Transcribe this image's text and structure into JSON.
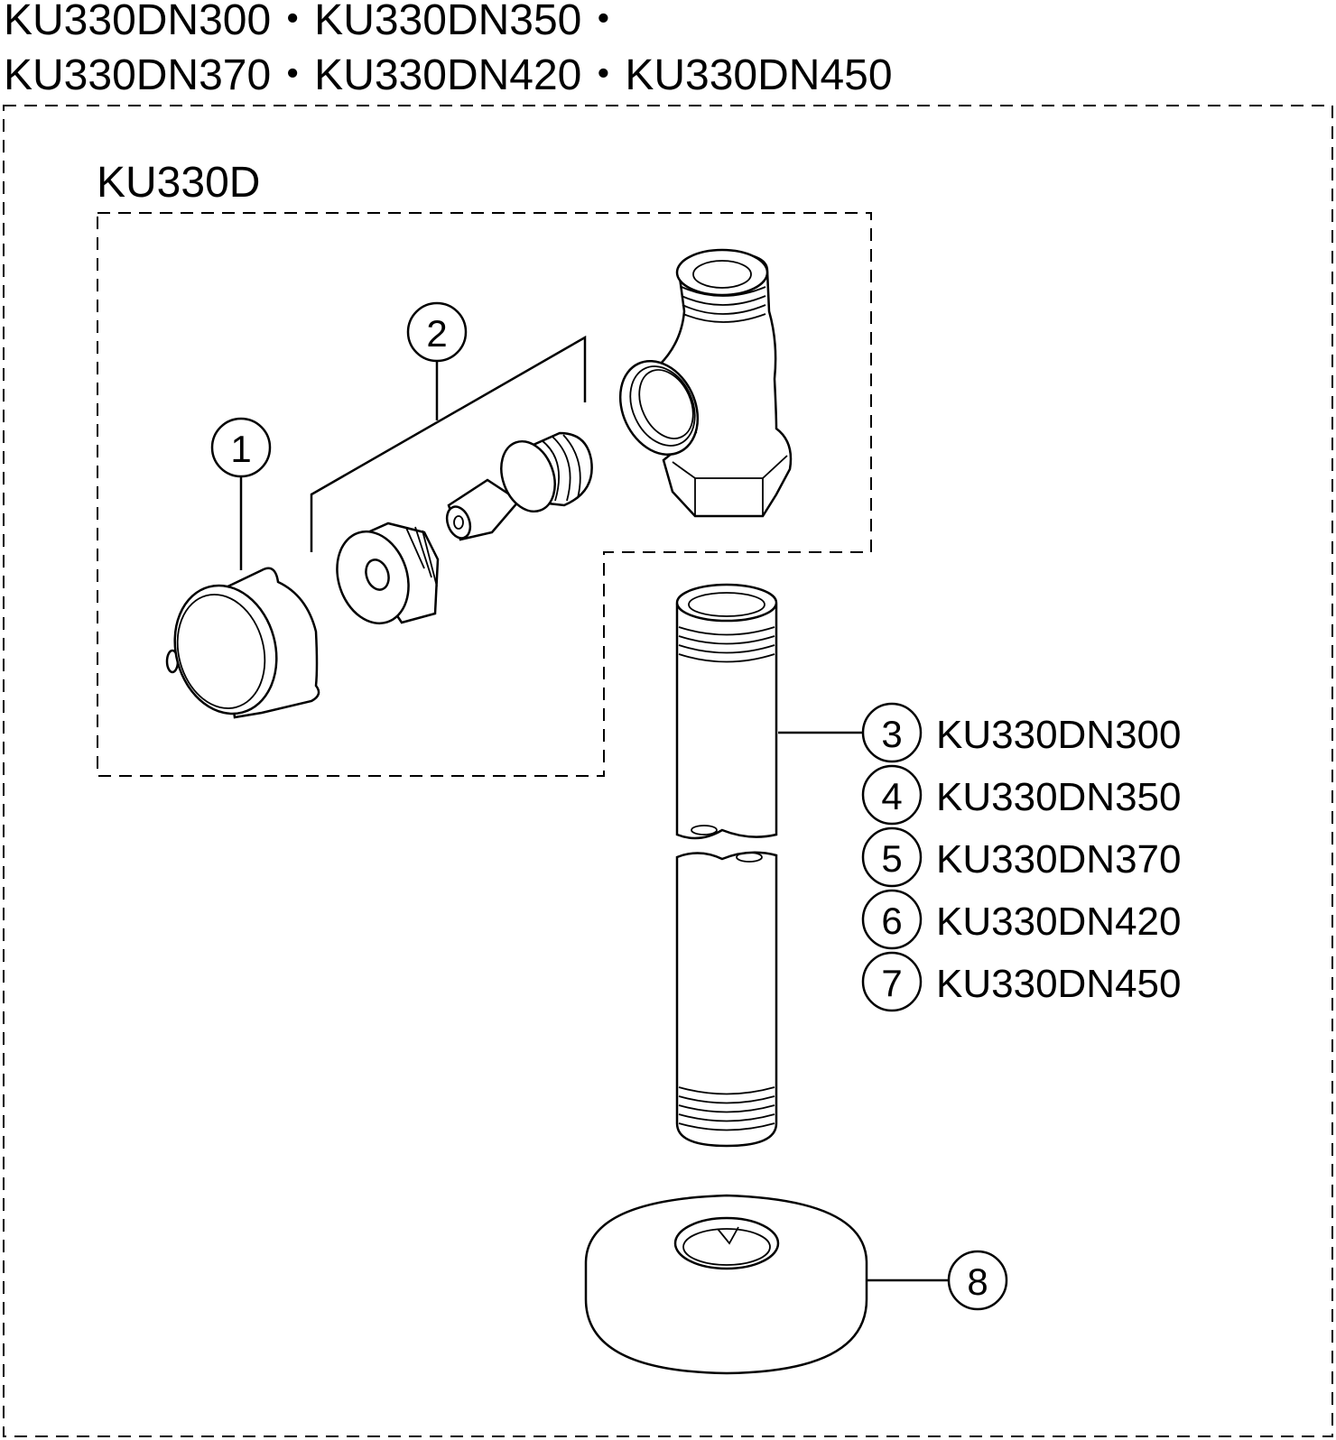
{
  "title": {
    "line1": "KU330DN300・KU330DN350・",
    "line2": "KU330DN370・KU330DN420・KU330DN450"
  },
  "group_label": "KU330D",
  "callouts": [
    {
      "number": "1",
      "label": ""
    },
    {
      "number": "2",
      "label": ""
    },
    {
      "number": "3",
      "label": "KU330DN300"
    },
    {
      "number": "4",
      "label": "KU330DN350"
    },
    {
      "number": "5",
      "label": "KU330DN370"
    },
    {
      "number": "6",
      "label": "KU330DN420"
    },
    {
      "number": "7",
      "label": "KU330DN450"
    },
    {
      "number": "8",
      "label": ""
    }
  ]
}
